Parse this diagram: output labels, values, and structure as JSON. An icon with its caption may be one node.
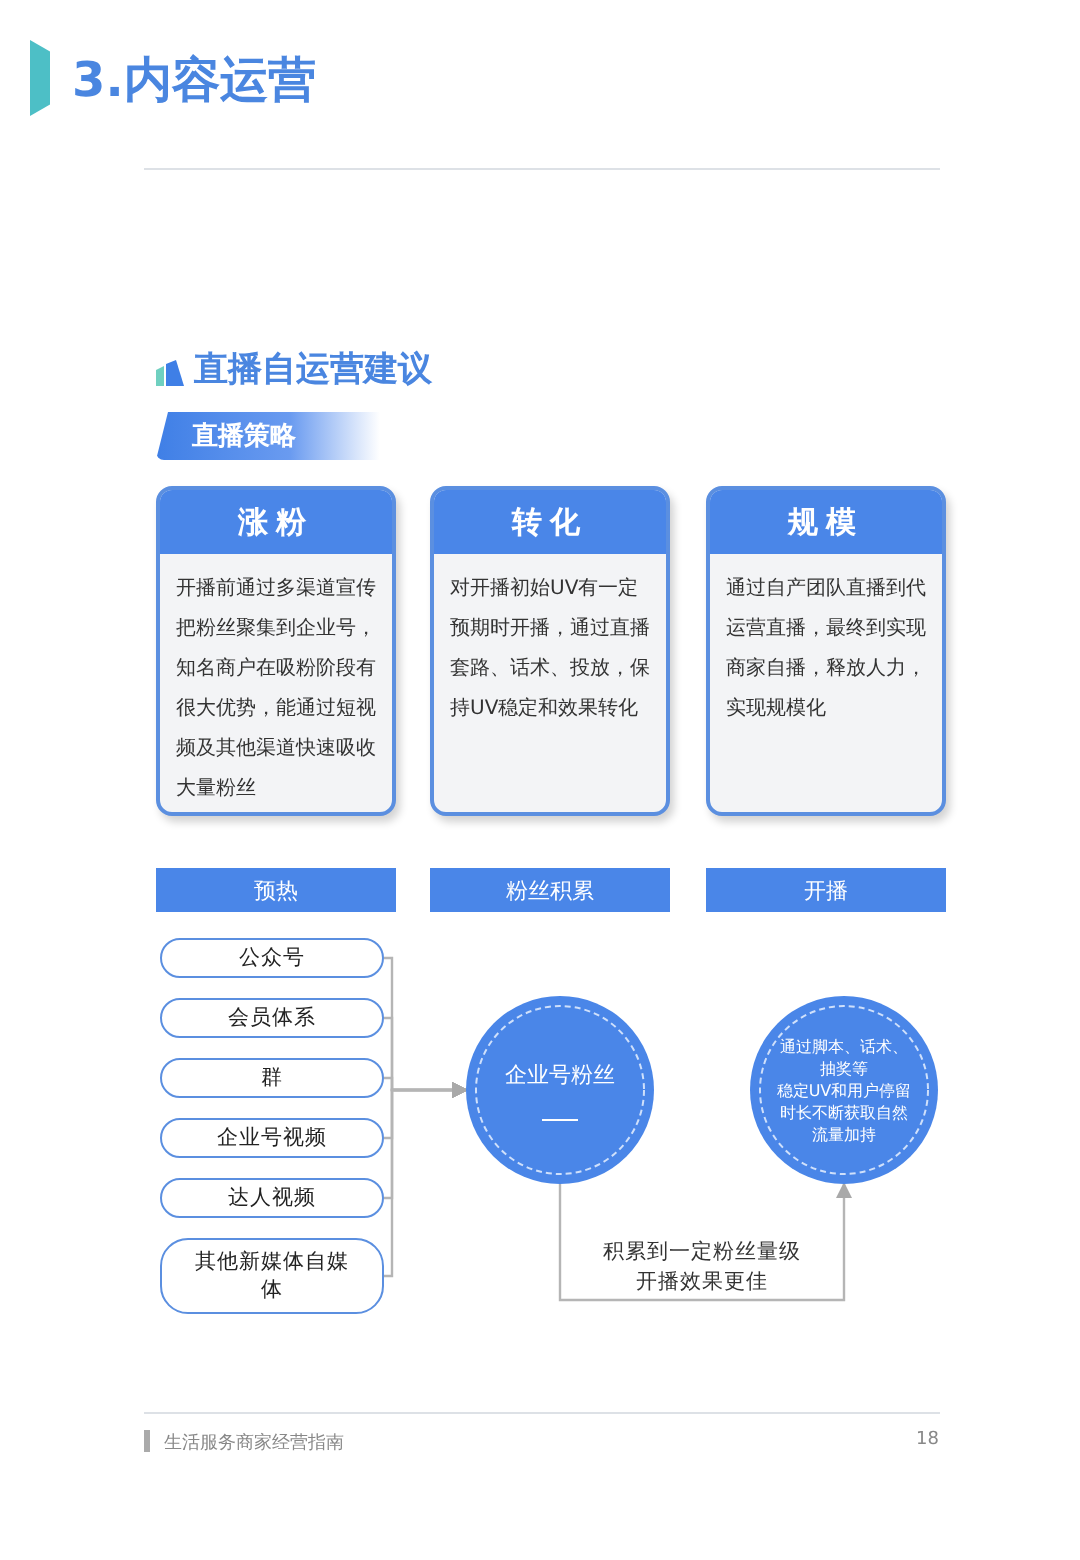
{
  "diagram": {
    "title": "3.内容运营",
    "nodes": [
      {
        "text": [
          "直播策略"
        ]
      },
      {
        "text": [
          "涨粉",
          "开播前通过多渠道宣传把粉丝聚集到企业号，知名商户在吸粉阶段有很大优势，能通过短视频及其他渠道快速吸收大量粉丝"
        ]
      },
      {
        "text": [
          "转化",
          "对开播初始UV有一定预期时开播，通过直播套路、话术、投放，保持UV稳定和效果转化"
        ]
      },
      {
        "text": [
          "规模",
          "通过自产团队直播到代运营直播，最终到实现商家自播，释放人力，实现规模化"
        ]
      },
      {
        "text": [
          "预热"
        ]
      },
      {
        "text": [
          "粉丝积累"
        ]
      },
      {
        "text": [
          "开播"
        ]
      },
      {
        "text": [
          "公众号"
        ]
      },
      {
        "text": [
          "会员体系"
        ]
      },
      {
        "text": [
          "群"
        ]
      },
      {
        "text": [
          "企业号视频"
        ]
      },
      {
        "text": [
          "达人视频"
        ]
      },
      {
        "text": [
          "其他新媒体自媒体"
        ]
      },
      {
        "text": [
          "企业号粉丝"
        ]
      },
      {
        "text": [
          "通过脚本、话术、抽奖等",
          "稳定UV和用户停留时长不断获取自然流量加持"
        ]
      }
    ],
    "edges": [
      {
        "from": 7,
        "to": 13,
        "arrow": "to"
      },
      {
        "from": 8,
        "to": 13,
        "arrow": "to"
      },
      {
        "from": 9,
        "to": 13,
        "arrow": "to"
      },
      {
        "from": 10,
        "to": 13,
        "arrow": "to"
      },
      {
        "from": 11,
        "to": 13,
        "arrow": "to"
      },
      {
        "from": 12,
        "to": 13,
        "arrow": "to"
      },
      {
        "from": 13,
        "to": 14,
        "arrow": "to",
        "label": "积累到一定粉丝量级开播效果更佳"
      }
    ],
    "labels": [
      "直播自运营建议",
      "生活服务商家经营指南",
      "18"
    ]
  }
}
